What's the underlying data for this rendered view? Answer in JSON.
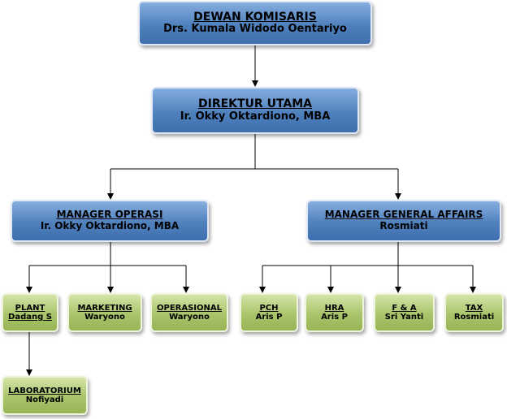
{
  "nodes": {
    "dewan": {
      "title": "DEWAN KOMISARIS",
      "name": "Drs. Kumala Widodo Oentariyo"
    },
    "direktur": {
      "title": "DIREKTUR UTAMA",
      "name": "Ir. Okky Oktardiono, MBA"
    },
    "manager_operasi": {
      "title": "MANAGER OPERASI",
      "name": "Ir. Okky Oktardiono, MBA"
    },
    "manager_ga": {
      "title": "MANAGER GENERAL AFFAIRS",
      "name": "Rosmiati"
    },
    "plant": {
      "title": "PLANT",
      "name": "Dadang S"
    },
    "marketing": {
      "title": "MARKETING",
      "name": "Waryono"
    },
    "operasional": {
      "title": "OPERASIONAL",
      "name": "Waryono"
    },
    "laboratorium": {
      "title": "LABORATORIUM",
      "name": "Nofiyadi"
    },
    "pch": {
      "title": "PCH",
      "name": "Aris P"
    },
    "hra": {
      "title": "HRA",
      "name": "Aris P"
    },
    "fa": {
      "title": "F & A",
      "name": "Sri Yanti"
    },
    "tax": {
      "title": "TAX",
      "name": "Rosmiati"
    }
  },
  "colors": {
    "manager_box": "#4f81bd",
    "unit_box": "#a9c46a",
    "connector": "#000000"
  }
}
